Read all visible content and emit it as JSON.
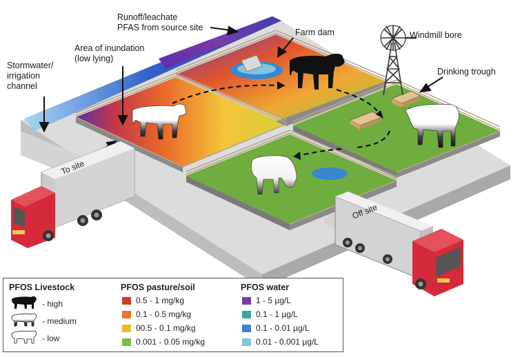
{
  "labels": {
    "runoff": [
      "Runoff/leachate",
      "PFAS from source site"
    ],
    "farm_dam": "Farm dam",
    "windmill": "Windmill bore",
    "inundation": [
      "Area of inundation",
      "(low lying)"
    ],
    "stormwater": [
      "Stormwater/",
      "irrigation",
      "channel"
    ],
    "trough": "Drinking trough",
    "to_site": "To site",
    "off_site": "Off site"
  },
  "legend": {
    "livestock": {
      "title": "PFOS Livestock",
      "items": [
        "- high",
        "- medium",
        "- low"
      ]
    },
    "pasture": {
      "title": "PFOS pasture/soil",
      "items": [
        {
          "label": "0.5 - 1 mg/kg",
          "color": "#d1382a"
        },
        {
          "label": "0.1 - 0.5 mg/kg",
          "color": "#e8742a"
        },
        {
          "label": "00.5 - 0.1 mg/kg",
          "color": "#f2b52a"
        },
        {
          "label": "0.001 - 0.05 mg/kg",
          "color": "#7dbf45"
        }
      ]
    },
    "water": {
      "title": "PFOS water",
      "items": [
        {
          "label": "1 - 5 µg/L",
          "color": "#7b3aa0"
        },
        {
          "label": "0.1 - 1 µg/L",
          "color": "#33a99a"
        },
        {
          "label": "0.1 - 0.01 µg/L",
          "color": "#3b86d0"
        },
        {
          "label": "0.01 - 0.001 µg/L",
          "color": "#7fc6e0"
        }
      ]
    }
  },
  "colors": {
    "pasture_green": "#6fae3e",
    "road_grey": "#d9d9d9",
    "truck_red": "#d42a3a"
  },
  "icons": [
    "cow-icon",
    "truck-icon",
    "windmill-icon",
    "trough-icon",
    "arrow-icon"
  ]
}
